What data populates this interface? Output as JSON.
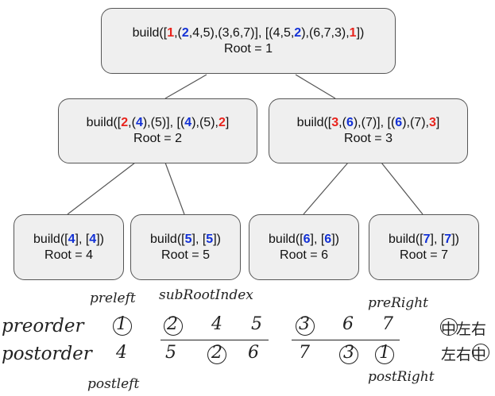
{
  "tree": {
    "root": {
      "build_segments": [
        {
          "t": "build([",
          "c": "black"
        },
        {
          "t": "1",
          "c": "red"
        },
        {
          "t": ",(",
          "c": "black"
        },
        {
          "t": "2",
          "c": "blue"
        },
        {
          "t": ",4,5),(3,6,7)], [(4,5,",
          "c": "black"
        },
        {
          "t": "2",
          "c": "blue"
        },
        {
          "t": "),(6,7,3),",
          "c": "black"
        },
        {
          "t": "1",
          "c": "red"
        },
        {
          "t": "])",
          "c": "black"
        }
      ],
      "root_label": "Root = 1"
    },
    "left": {
      "build_segments": [
        {
          "t": "build([",
          "c": "black"
        },
        {
          "t": "2",
          "c": "red"
        },
        {
          "t": ",(",
          "c": "black"
        },
        {
          "t": "4",
          "c": "blue"
        },
        {
          "t": "),(5)], [(",
          "c": "black"
        },
        {
          "t": "4",
          "c": "blue"
        },
        {
          "t": "),(5),",
          "c": "black"
        },
        {
          "t": "2",
          "c": "red"
        },
        {
          "t": "]",
          "c": "black"
        }
      ],
      "root_label": "Root = 2"
    },
    "right": {
      "build_segments": [
        {
          "t": "build([",
          "c": "black"
        },
        {
          "t": "3",
          "c": "red"
        },
        {
          "t": ",(",
          "c": "black"
        },
        {
          "t": "6",
          "c": "blue"
        },
        {
          "t": "),(7)], [(",
          "c": "black"
        },
        {
          "t": "6",
          "c": "blue"
        },
        {
          "t": "),(7),",
          "c": "black"
        },
        {
          "t": "3",
          "c": "red"
        },
        {
          "t": "]",
          "c": "black"
        }
      ],
      "root_label": "Root = 3"
    },
    "leaf4": {
      "build_segments": [
        {
          "t": "build([",
          "c": "black"
        },
        {
          "t": "4",
          "c": "blue"
        },
        {
          "t": "], [",
          "c": "black"
        },
        {
          "t": "4",
          "c": "blue"
        },
        {
          "t": "])",
          "c": "black"
        }
      ],
      "root_label": "Root = 4"
    },
    "leaf5": {
      "build_segments": [
        {
          "t": "build([",
          "c": "black"
        },
        {
          "t": "5",
          "c": "blue"
        },
        {
          "t": "], [",
          "c": "black"
        },
        {
          "t": "5",
          "c": "blue"
        },
        {
          "t": "])",
          "c": "black"
        }
      ],
      "root_label": "Root = 5"
    },
    "leaf6": {
      "build_segments": [
        {
          "t": "build([",
          "c": "black"
        },
        {
          "t": "6",
          "c": "blue"
        },
        {
          "t": "], [",
          "c": "black"
        },
        {
          "t": "6",
          "c": "blue"
        },
        {
          "t": "])",
          "c": "black"
        }
      ],
      "root_label": "Root = 6"
    },
    "leaf7": {
      "build_segments": [
        {
          "t": "build([",
          "c": "black"
        },
        {
          "t": "7",
          "c": "blue"
        },
        {
          "t": "], [",
          "c": "black"
        },
        {
          "t": "7",
          "c": "blue"
        },
        {
          "t": "])",
          "c": "black"
        }
      ],
      "root_label": "Root = 7"
    }
  },
  "colors": {
    "red": "#e8231c",
    "blue": "#1230d6",
    "box_fill": "#efefef",
    "edge": "#555555"
  },
  "notes": {
    "preleft": "preleft",
    "subRootIndex": "subRootIndex",
    "preRight": "preRight",
    "preorder_label": "preorder",
    "postorder_label": "postorder",
    "postleft": "postleft",
    "postRight": "postRight",
    "preorder_values": [
      "1",
      "2",
      "4",
      "5",
      "3",
      "6",
      "7"
    ],
    "postorder_values": [
      "4",
      "5",
      "2",
      "6",
      "7",
      "3",
      "1"
    ],
    "legend_pre": "中左右",
    "legend_post": "左右中"
  }
}
